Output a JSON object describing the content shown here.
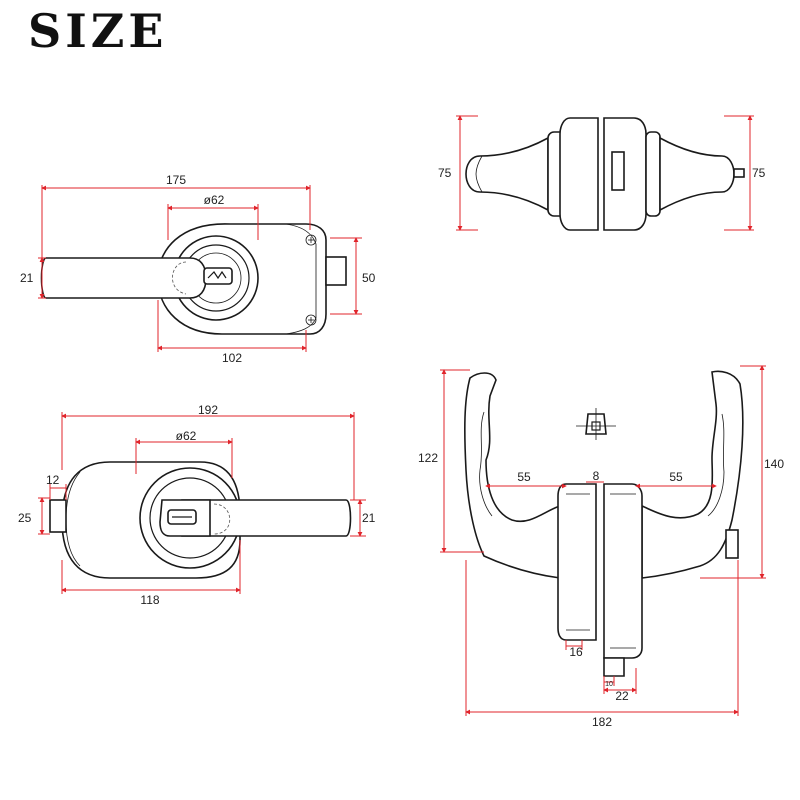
{
  "title": "SIZE",
  "views": {
    "front_top": {
      "total_width": "175",
      "rose_diameter": "ø62",
      "lever_height": "21",
      "latch_height": "50",
      "plate_width": "102"
    },
    "side_top": {
      "left_height": "75",
      "right_height": "75"
    },
    "front_bottom": {
      "total_width": "192",
      "rose_diameter": "ø62",
      "latch_width": "12",
      "latch_height": "25",
      "lever_height": "21",
      "plate_width": "118"
    },
    "side_bottom": {
      "lever_height_left": "122",
      "lever_height_right": "140",
      "reach_left": "55",
      "center_gap": "8",
      "reach_right": "55",
      "rose_thickness": "16",
      "latch_small": "10",
      "latch_depth": "22",
      "overall_width": "182"
    }
  },
  "colors": {
    "dimension_line": "#e0242b",
    "outline": "#1a1a1a"
  }
}
